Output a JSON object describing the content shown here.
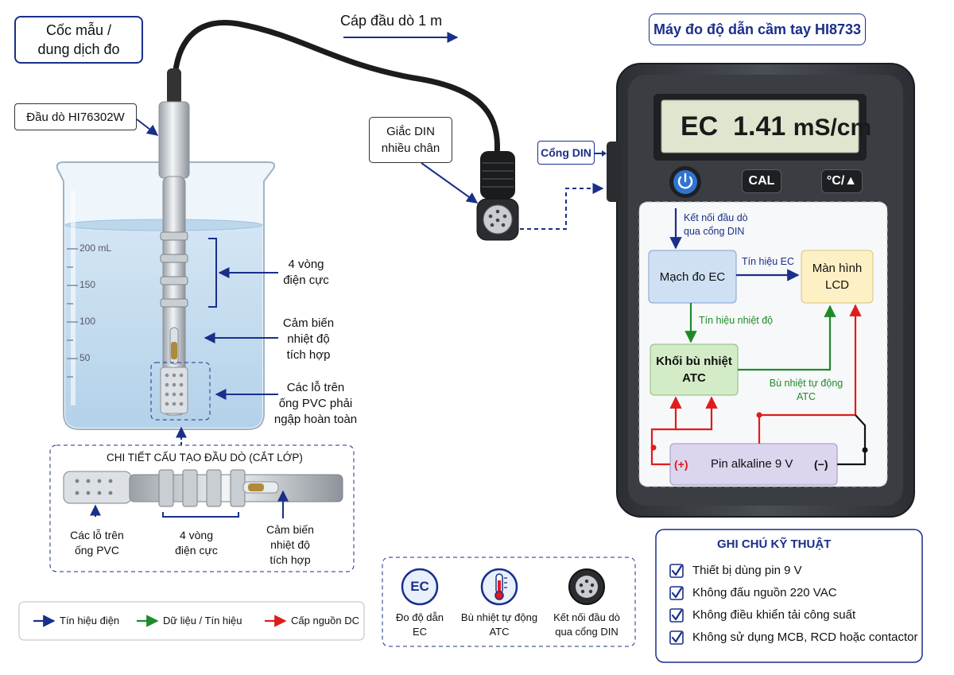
{
  "title_beaker": [
    "Cốc mẫu /",
    "dung dịch đo"
  ],
  "probe_label": "Đầu dò HI76302W",
  "cable_label": "Cáp đầu dò 1 m",
  "din_plug_label": [
    "Giắc DIN",
    "nhiều chân"
  ],
  "meter_title": "Máy đo độ dẫn cầm tay HI8733",
  "din_port_label": "Cổng DIN",
  "lcd": {
    "param": "EC",
    "value": "1.41",
    "unit": "mS/cm"
  },
  "meter_buttons": {
    "power": "power-icon",
    "cal": "CAL",
    "temp": "°C/▲"
  },
  "beaker_scale": [
    "200 mL",
    "150",
    "100",
    "50"
  ],
  "probe_callouts": {
    "rings": [
      "4 vòng",
      "điện cực"
    ],
    "temp_sensor": [
      "Cảm biến",
      "nhiệt độ",
      "tích hợp"
    ],
    "holes": [
      "Các lỗ trên",
      "ống PVC phải",
      "ngập hoàn toàn"
    ]
  },
  "detail": {
    "title": "CHI TIẾT CẤU TẠO ĐẦU DÒ (CẮT LỚP)",
    "holes": [
      "Các lỗ trên",
      "ống PVC"
    ],
    "rings": [
      "4 vòng",
      "điện cực"
    ],
    "sensor": [
      "Cảm biến",
      "nhiệt độ",
      "tích hợp"
    ]
  },
  "circuit": {
    "din_connect": [
      "Kết nối đầu dò",
      "qua cổng DIN"
    ],
    "ec_circuit": "Mạch đo EC",
    "ec_signal": "Tín hiệu EC",
    "lcd": [
      "Màn hình",
      "LCD"
    ],
    "temp_signal": "Tín hiệu nhiệt độ",
    "atc": [
      "Khối bù nhiệt",
      "ATC"
    ],
    "auto_comp": [
      "Bù nhiệt tự động",
      "ATC"
    ],
    "battery": "Pin alkaline 9 V",
    "plus": "(+)",
    "minus": "(−)"
  },
  "legend": [
    {
      "label": "Tín hiệu điện",
      "color": "#1a2f8a"
    },
    {
      "label": "Dữ liệu / Tín hiệu",
      "color": "#1f8a2a"
    },
    {
      "label": "Cấp nguồn DC",
      "color": "#e01b1b"
    }
  ],
  "features": [
    {
      "icon": "ec-icon",
      "label": [
        "Đo độ dẫn",
        "EC"
      ],
      "badge": "EC"
    },
    {
      "icon": "thermometer-icon",
      "label": [
        "Bù nhiệt tự động",
        "ATC"
      ]
    },
    {
      "icon": "din-connector-icon",
      "label": [
        "Kết nối đầu dò",
        "qua cổng DIN"
      ]
    }
  ],
  "notes": {
    "title": "GHI CHÚ KỸ THUẬT",
    "items": [
      "Thiết bị dùng pin 9 V",
      "Không đấu nguồn 220 VAC",
      "Không điều khiển tải công suất",
      "Không sử dụng MCB, RCD hoặc contactor"
    ]
  },
  "colors": {
    "navy": "#1a2f8a",
    "green": "#1f8a2a",
    "red": "#e01b1b",
    "lcd_bg": "#dfe6cf"
  }
}
